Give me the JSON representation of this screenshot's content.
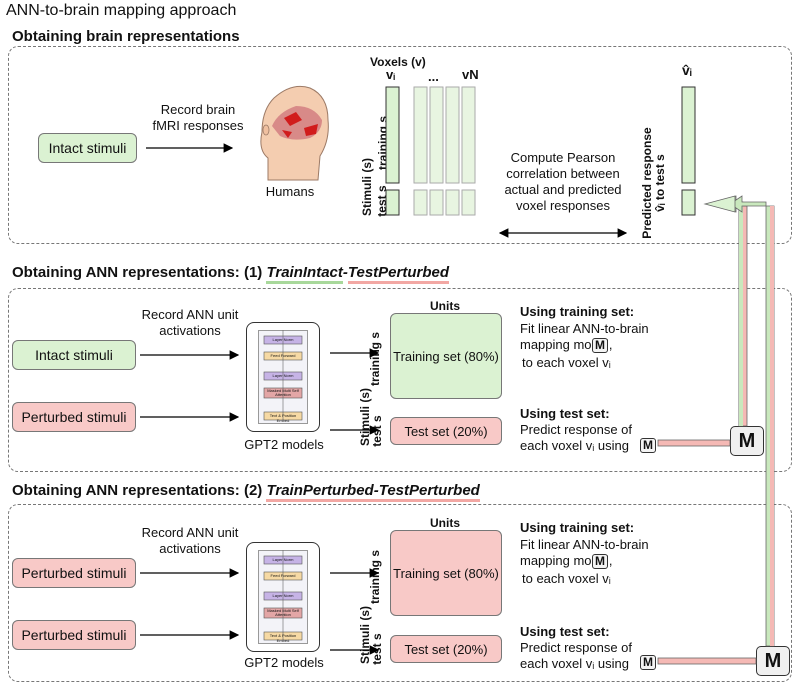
{
  "title": "ANN-to-brain mapping approach",
  "section1": {
    "heading": "Obtaining brain representations",
    "intact_stimuli": "Intact stimuli",
    "record_label": "Record brain fMRI responses",
    "humans_label": "Humans",
    "voxels_label": "Voxels (v)",
    "vi_label": "vᵢ",
    "ellipsis": "...",
    "vn_label": "vN",
    "stimuli_label": "Stimuli (s)",
    "training_label": "training s",
    "test_label": "test s",
    "pearson_text": "Compute Pearson correlation between actual and predicted voxel responses",
    "vi_hat_label": "v̂ᵢ",
    "predicted_label": "Predicted response v̂ᵢ to test s"
  },
  "section2": {
    "heading_prefix": "Obtaining ANN representations: (1) ",
    "heading_train": "TrainIntact",
    "heading_dash": "-",
    "heading_test": "TestPerturbed",
    "stim_top": "Intact stimuli",
    "stim_bottom": "Perturbed stimuli",
    "record_label": "Record ANN unit activations",
    "model_label": "GPT2 models",
    "units_label": "Units",
    "training_set": "Training set (80%)",
    "test_set": "Test set (20%)",
    "stimuli_label": "Stimuli (s)",
    "training_label": "training s",
    "test_label": "test s",
    "train_desc_title": "Using training set:",
    "train_desc": "Fit linear ANN-to-brain mapping model,",
    "train_desc_end": "to each voxel vᵢ",
    "test_desc_title": "Using test set:",
    "test_desc": "Predict response of each voxel vᵢ using",
    "m_label": "M"
  },
  "section3": {
    "heading_prefix": "Obtaining ANN representations: (2) ",
    "heading_italic": "TrainPerturbed-TestPerturbed",
    "stim_top": "Perturbed stimuli",
    "stim_bottom": "Perturbed stimuli",
    "record_label": "Record ANN unit activations",
    "model_label": "GPT2 models",
    "units_label": "Units",
    "training_set": "Training set (80%)",
    "test_set": "Test set (20%)",
    "stimuli_label": "Stimuli (s)",
    "training_label": "training s",
    "test_label": "test s",
    "train_desc_title": "Using training set:",
    "train_desc": "Fit linear ANN-to-brain mapping model,",
    "train_desc_end": "to each voxel vᵢ",
    "test_desc_title": "Using test set:",
    "test_desc": "Predict response of each voxel vᵢ using",
    "m_label": "M"
  },
  "transformer_blocks": [
    "Layer Norm",
    "Feed Forward",
    "Layer Norm",
    "Masked Multi Self Attention",
    "Text & Position Embed"
  ],
  "colors": {
    "green_fill": "#dbf2d2",
    "red_fill": "#f8c9c7",
    "green_arrow": "#c9e8bd",
    "red_arrow": "#f5b9b5"
  }
}
